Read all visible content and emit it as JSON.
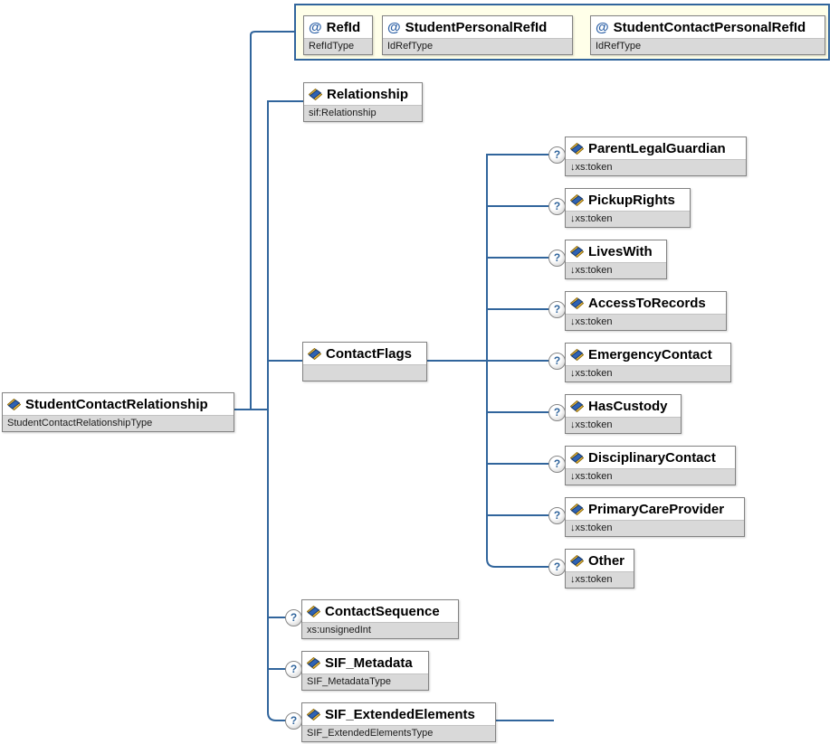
{
  "optional_marker": "?",
  "icons": {
    "attribute_glyph": "@"
  },
  "root": {
    "name": "StudentContactRelationship",
    "type": "StudentContactRelationshipType"
  },
  "attributes": [
    {
      "name": "RefId",
      "type": "RefIdType"
    },
    {
      "name": "StudentPersonalRefId",
      "type": "IdRefType"
    },
    {
      "name": "StudentContactPersonalRefId",
      "type": "IdRefType"
    }
  ],
  "elements": {
    "relationship": {
      "name": "Relationship",
      "type": "sif:Relationship"
    },
    "contact_flags": {
      "name": "ContactFlags",
      "type": ""
    },
    "contact_sequence": {
      "name": "ContactSequence",
      "type": "xs:unsignedInt"
    },
    "sif_metadata": {
      "name": "SIF_Metadata",
      "type": "SIF_MetadataType"
    },
    "sif_extended_elements": {
      "name": "SIF_ExtendedElements",
      "type": "SIF_ExtendedElementsType"
    }
  },
  "contact_flags_children": [
    {
      "name": "ParentLegalGuardian",
      "type": "↓xs:token"
    },
    {
      "name": "PickupRights",
      "type": "↓xs:token"
    },
    {
      "name": "LivesWith",
      "type": "↓xs:token"
    },
    {
      "name": "AccessToRecords",
      "type": "↓xs:token"
    },
    {
      "name": "EmergencyContact",
      "type": "↓xs:token"
    },
    {
      "name": "HasCustody",
      "type": "↓xs:token"
    },
    {
      "name": "DisciplinaryContact",
      "type": "↓xs:token"
    },
    {
      "name": "PrimaryCareProvider",
      "type": "↓xs:token"
    },
    {
      "name": "Other",
      "type": "↓xs:token"
    }
  ],
  "colors": {
    "connector": "#31659C",
    "group_background": "#FFFFE9",
    "group_border": "#31659C",
    "box_border": "#828282",
    "type_band": "#D9D9D9",
    "icon_gold": "#FFC53E",
    "icon_blue": "#2F63B5",
    "optional_text": "#31659C",
    "attribute_glyph_color": "#2A5FA5"
  }
}
